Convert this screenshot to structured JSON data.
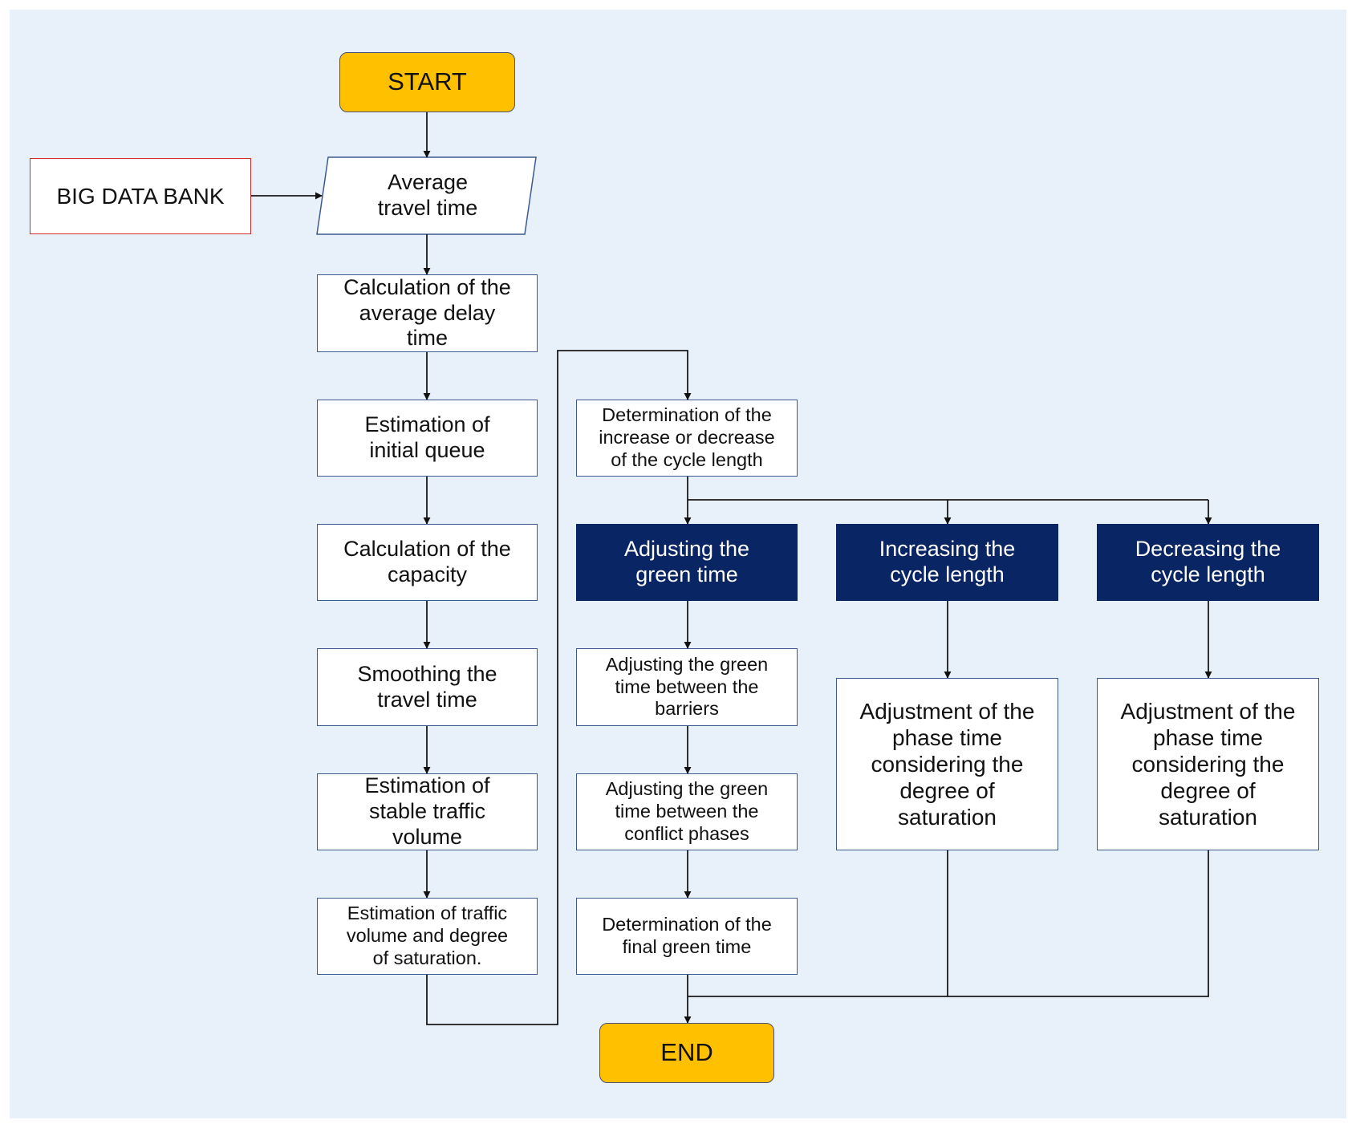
{
  "nodes": {
    "start": "START",
    "big_data_bank": "BIG DATA BANK",
    "avg_travel_time": "Average\ntravel time",
    "calc_avg_delay": "Calculation of the\naverage delay\ntime",
    "est_initial_queue": "Estimation of\ninitial queue",
    "calc_capacity": "Calculation of the\ncapacity",
    "smoothing": "Smoothing the\ntravel time",
    "est_stable_volume": "Estimation of\nstable traffic\nvolume",
    "est_volume_saturation": "Estimation of traffic\nvolume and degree\nof saturation.",
    "determination_cycle": "Determination of the\nincrease or decrease\nof the cycle length",
    "adjusting_green": "Adjusting the\ngreen time",
    "increasing_cycle": "Increasing the\ncycle length",
    "decreasing_cycle": "Decreasing the\ncycle length",
    "adj_green_barriers": "Adjusting the green\ntime between the\nbarriers",
    "adj_green_conflict": "Adjusting the green\ntime between the\nconflict phases",
    "final_green": "Determination of the\nfinal green time",
    "phase_adj_increase": "Adjustment of the\nphase time\nconsidering the\ndegree of\nsaturation",
    "phase_adj_decrease": "Adjustment of the\nphase time\nconsidering the\ndegree of\nsaturation",
    "end": "END"
  },
  "colors": {
    "background": "#e8f0f9",
    "terminal_fill": "#ffc000",
    "dark_fill": "#0a2563",
    "big_data_border": "#d42a2a",
    "box_border": "#3c5a90",
    "connector": "#1a1a1a"
  }
}
